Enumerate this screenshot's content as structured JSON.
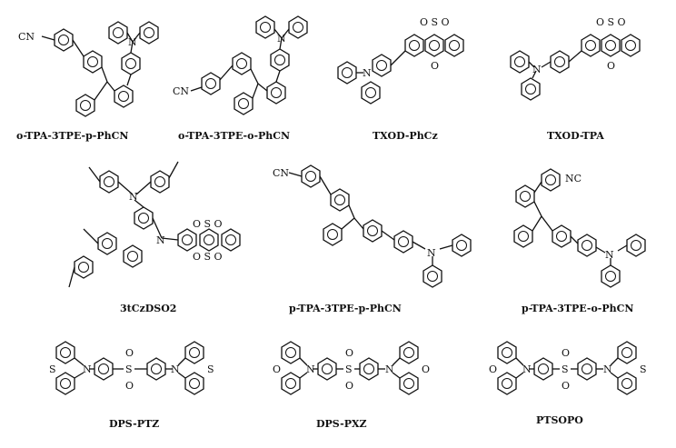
{
  "labels": {
    "m1": "o-TPA-3TPE-p-PhCN",
    "m2": "o-TPA-3TPE-o-PhCN",
    "m3": "TXOD-PhCz",
    "m4": "TXOD-TPA",
    "m5": "3tCzDSO2",
    "m6": "p-TPA-3TPE-p-PhCN",
    "m7": "p-TPA-3TPE-o-PhCN",
    "m8": "DPS-PTZ",
    "m9": "DPS-PXZ",
    "m10": "PTSOPO"
  },
  "atoms": {
    "N": "N",
    "S": "S",
    "O": "O",
    "CN": "CN",
    "NC": "NC",
    "SO": "O S O",
    "sulfonyl_O": "O"
  }
}
